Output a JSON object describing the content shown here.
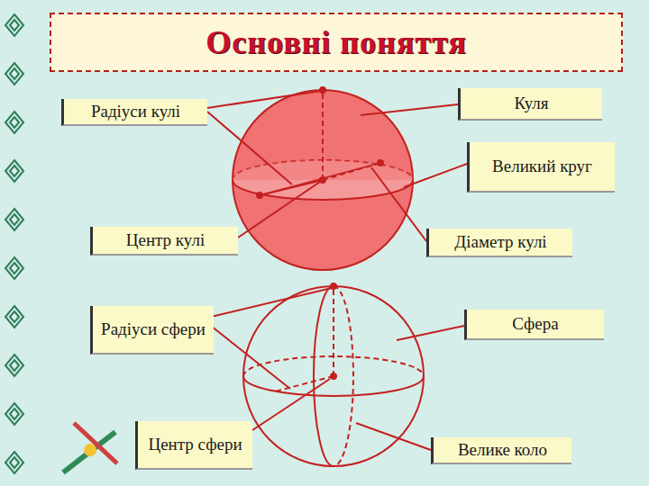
{
  "diagram": {
    "title": "Основні поняття",
    "nodes": [
      {
        "text": [
          "Радіуси кулі"
        ]
      },
      {
        "text": [
          "Куля"
        ]
      },
      {
        "text": [
          "Великий круг"
        ]
      },
      {
        "text": [
          "Центр кулі"
        ]
      },
      {
        "text": [
          "Діаметр кулі"
        ]
      },
      {
        "text": [
          "Радіуси сфери"
        ]
      },
      {
        "text": [
          "Сфера"
        ]
      },
      {
        "text": [
          "Центр сфери"
        ]
      },
      {
        "text": [
          "Велике коло"
        ]
      }
    ]
  }
}
